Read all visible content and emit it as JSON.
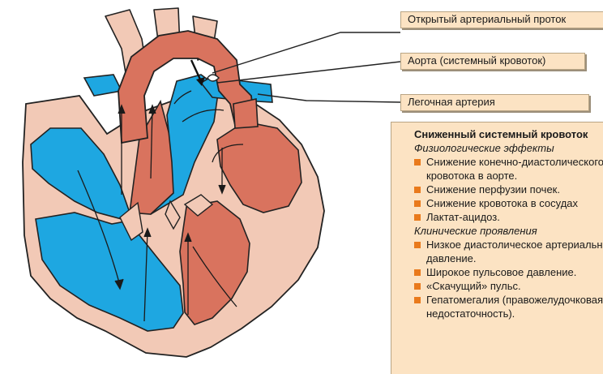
{
  "labels": {
    "duct": "Открытый артериальный проток",
    "aorta": "Аорта (системный кровоток)",
    "pulmonary": "Легочная артерия"
  },
  "panel": {
    "title": "Сниженный системный кровоток",
    "physio_heading": "Физиологические эффекты",
    "physio_items": [
      [
        "Снижение конечно-диастолического",
        "кровотока в аорте."
      ],
      [
        "Снижение перфузии почек."
      ],
      [
        "Снижение кровотока в сосудах"
      ],
      [
        "Лактат-ацидоз."
      ]
    ],
    "clinical_heading": "Клинические проявления",
    "clinical_items": [
      [
        "Низкое диастолическое артериальное",
        "давление."
      ],
      [
        "Широкое пульсовое давление."
      ],
      [
        "«Скачущий» пульс."
      ],
      [
        "Гепатомегалия (правожелудочковая",
        "недостаточность)."
      ]
    ]
  },
  "colors": {
    "oxygenated": "#d9735e",
    "deoxygenated": "#1ea7e1",
    "wall": "#f2c9b6",
    "outline": "#222222",
    "panel_bg": "#fce3c3",
    "bullet": "#e97a1c"
  }
}
